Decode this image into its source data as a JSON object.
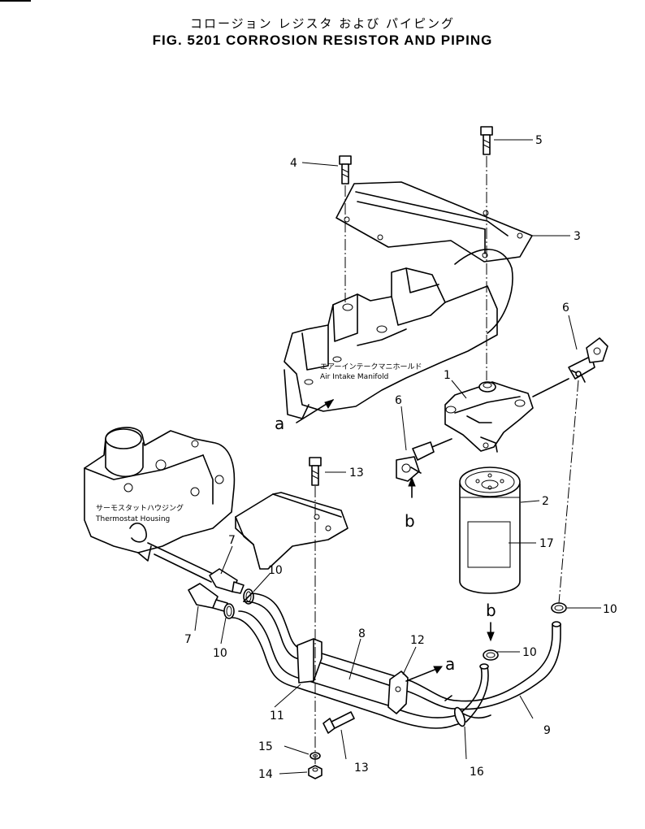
{
  "title_jp": "コロージョン レジスタ および パイピング",
  "title_en": "FIG. 5201  CORROSION RESISTOR AND PIPING",
  "labels": {
    "manifold_jp": "エアーインテークマニホールド",
    "manifold_en": "Air Intake Manifold",
    "thermostat_jp": "サーモスタットハウジング",
    "thermostat_en": "Thermostat Housing"
  },
  "reference_letters": {
    "a_manifold": "a",
    "a_bracket": "a",
    "b_fitting": "b",
    "b_hose": "b"
  },
  "part_numbers": {
    "p1": "1",
    "p2": "2",
    "p3": "3",
    "p4": "4",
    "p5": "5",
    "p6_right": "6",
    "p6_left": "6",
    "p7_upper": "7",
    "p7_lower": "7",
    "p8": "8",
    "p9": "9",
    "p10_a": "10",
    "p10_b": "10",
    "p10_c": "10",
    "p10_d": "10",
    "p11": "11",
    "p12": "12",
    "p13_top": "13",
    "p13_bottom": "13",
    "p14": "14",
    "p15": "15",
    "p16": "16",
    "p17": "17"
  }
}
